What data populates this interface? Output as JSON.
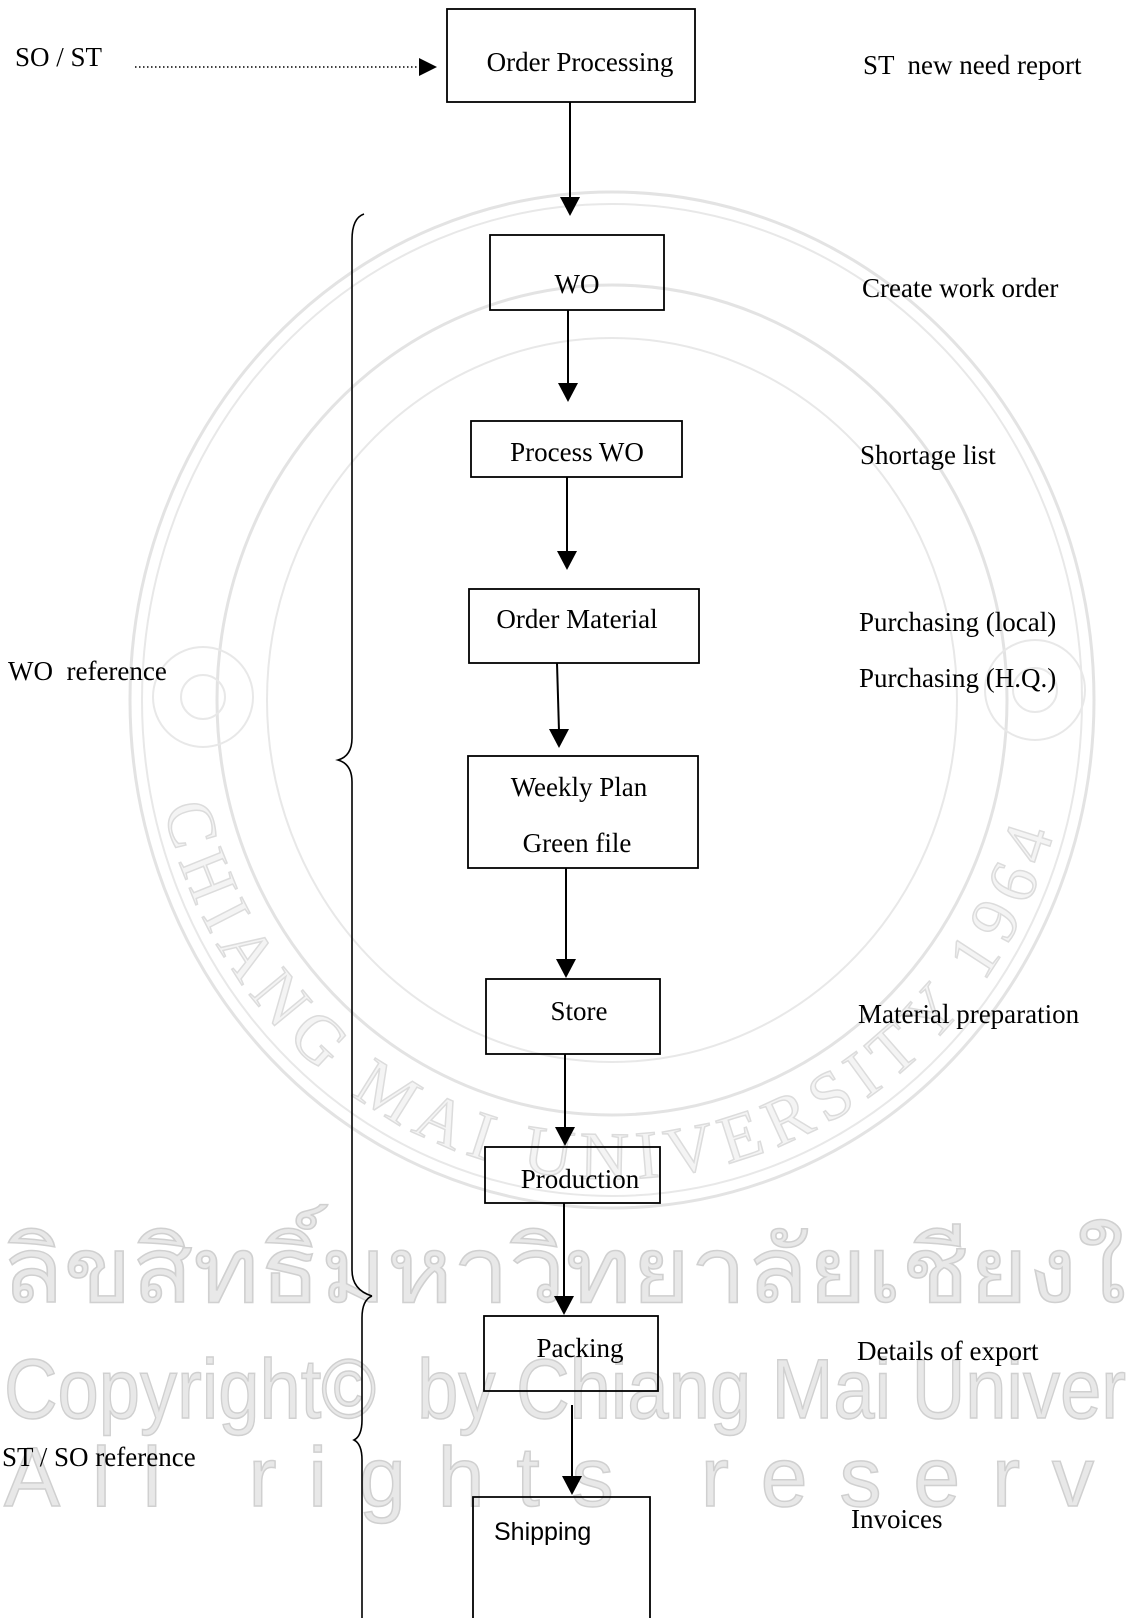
{
  "flow": {
    "source_label": "SO / ST",
    "steps": [
      {
        "label": "Order Processing",
        "note": "ST  new need report"
      },
      {
        "label": "WO",
        "note": "Create work order"
      },
      {
        "label": "Process WO",
        "note": "Shortage list"
      },
      {
        "label": "Order Material",
        "notes": [
          "Purchasing (local)",
          "Purchasing (H.Q.)"
        ]
      },
      {
        "lines": [
          "Weekly Plan",
          "Green file"
        ]
      },
      {
        "label": "Store",
        "note": "Material preparation"
      },
      {
        "label": "Production"
      },
      {
        "label": "Packing",
        "note": "Details of export"
      },
      {
        "label": "Shipping",
        "note": "Invoices"
      }
    ],
    "groups": [
      {
        "label": "WO  reference"
      },
      {
        "label": "ST / SO reference"
      }
    ]
  },
  "watermark": {
    "seal_text": "CHIANG MAI UNIVERSITY 1964",
    "lines": [
      "ลิขสิทธิ์มหาวิทยาลัยเชียงใ",
      "Copyright©  by Chiang Mai Univer",
      "All rights reserv"
    ]
  },
  "colors": {
    "ink": "#000000",
    "watermark": "#dcdcdc",
    "background": "#ffffff"
  }
}
